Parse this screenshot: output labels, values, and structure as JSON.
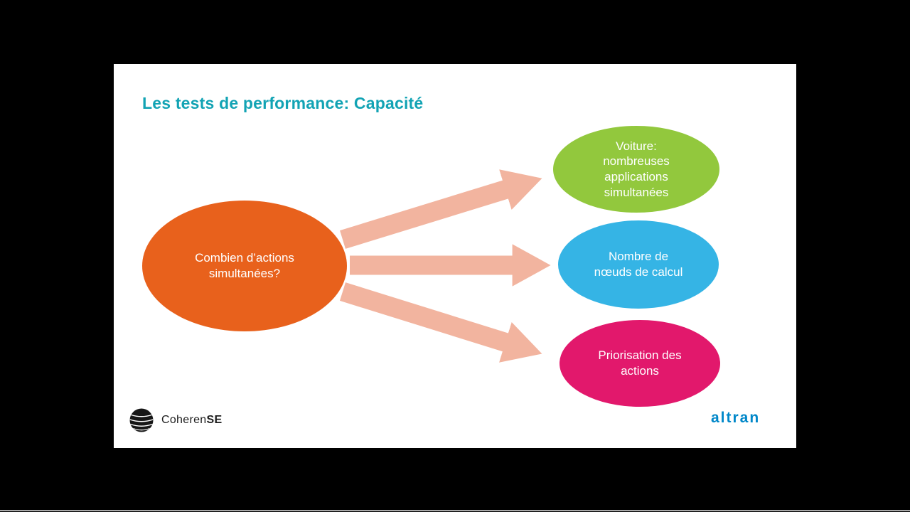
{
  "slide": {
    "title": "Les tests de performance: Capacité",
    "source": {
      "label": "Combien d’actions simultanées?"
    },
    "targets": [
      {
        "label": "Voiture: nombreuses applications simultanées"
      },
      {
        "label": "Nombre de nœuds de calcul"
      },
      {
        "label": "Priorisation des actions"
      }
    ],
    "colors": {
      "title": "#12a3b4",
      "source_fill": "#e8611c",
      "target_fills": [
        "#92c83d",
        "#35b4e5",
        "#e2186c"
      ],
      "arrow": "#f2b49f",
      "altran_blue": "#0087c9"
    },
    "footer": {
      "coherense_name": "Coheren",
      "coherense_suffix": "SE",
      "altran": "altran"
    }
  }
}
